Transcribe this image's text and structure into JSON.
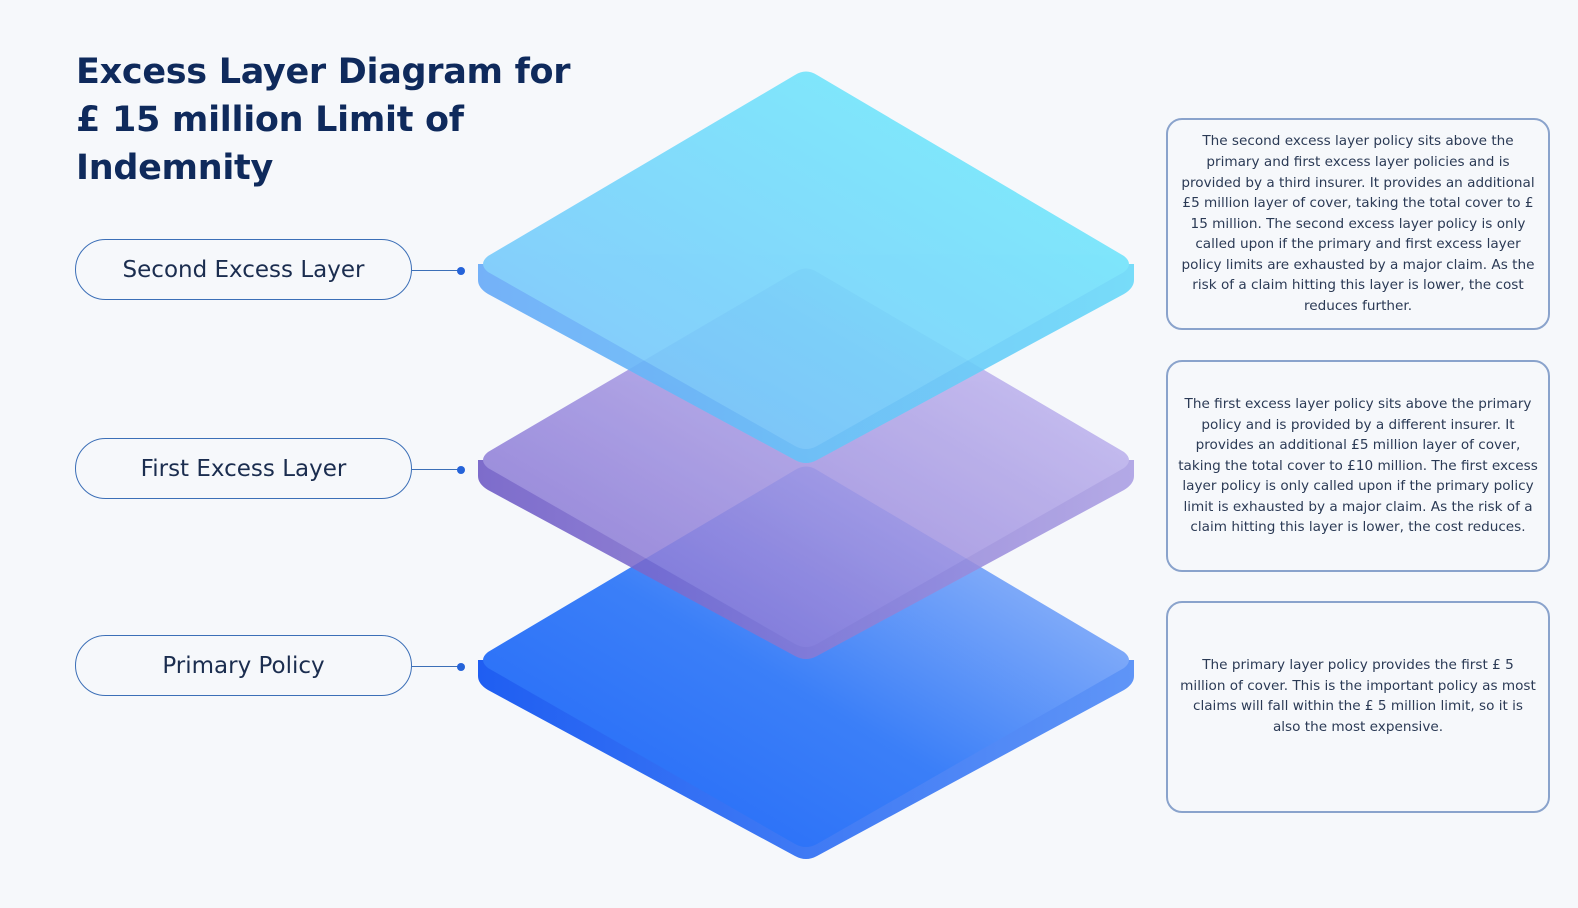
{
  "title": "Excess Layer Diagram for £ 15 million Limit of Indemnity",
  "layers": [
    {
      "label": "Second Excess Layer",
      "description": "The second excess layer policy sits above the primary and first excess layer policies and is provided by a third insurer. It provides an additional £5 million layer of cover, taking the total cover to £ 15 million. The second excess layer policy is only called upon if the primary and first excess layer policy limits are exhausted by a major claim. As the risk of a claim hitting this layer is lower, the cost reduces further.",
      "color_top": "#6fe9fb",
      "color_bottom": "#78c3fb"
    },
    {
      "label": "First Excess Layer",
      "description": "The first excess layer policy sits above the primary policy and is provided by a different insurer. It provides an additional £5 million layer of cover, taking the total cover to £10 million. The first excess layer policy is only called upon if the primary policy limit is exhausted by a major claim. As the risk of a claim hitting this layer is lower, the cost reduces.",
      "color_top": "#c7c0f2",
      "color_bottom": "#7e6cd3"
    },
    {
      "label": "Primary Policy",
      "description": "The primary layer policy provides the first £ 5 million of cover. This is the important policy as most claims will fall within the £ 5 million limit, so it is also the most expensive.",
      "color_top": "#a7c4fb",
      "color_bottom": "#2a6ff8"
    }
  ]
}
